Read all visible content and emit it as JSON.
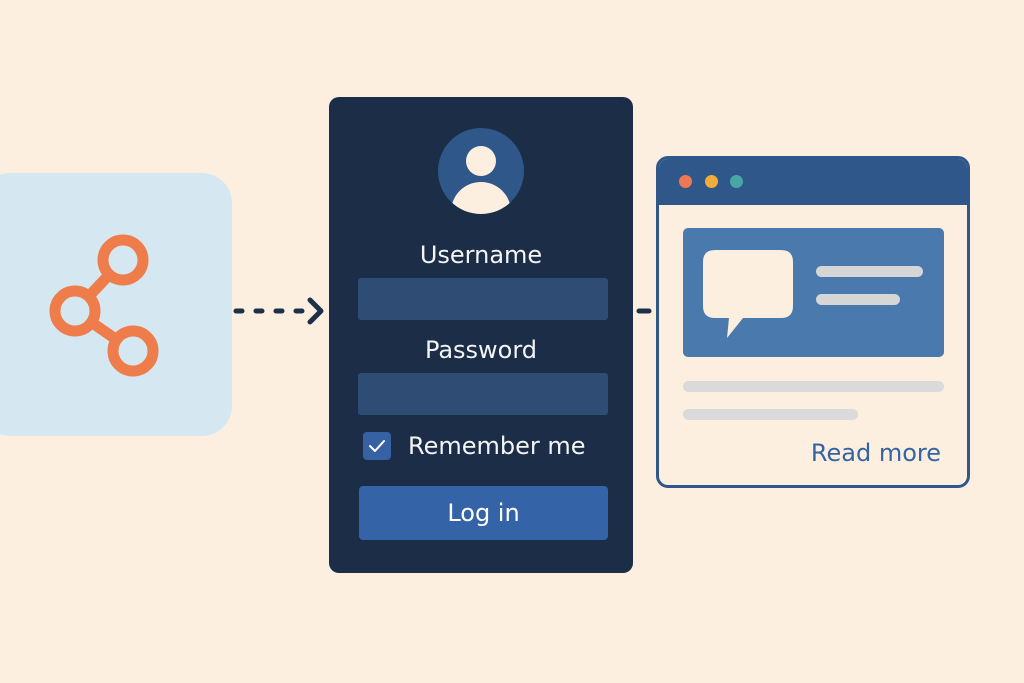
{
  "login": {
    "username_label": "Username",
    "password_label": "Password",
    "remember_label": "Remember me",
    "remember_checked": true,
    "login_label": "Log in"
  },
  "article": {
    "read_more_label": "Read more"
  },
  "icons": {
    "share": "share-icon",
    "user": "user-avatar-icon",
    "check": "checkmark-icon",
    "chat": "speech-bubble-icon"
  },
  "colors": {
    "background": "#fcefdf",
    "share_tile": "#d5e8f2",
    "share_accent": "#ef7c4b",
    "card_dark": "#1b2d47",
    "accent_blue": "#3563a7",
    "browser_frame": "#305789"
  }
}
